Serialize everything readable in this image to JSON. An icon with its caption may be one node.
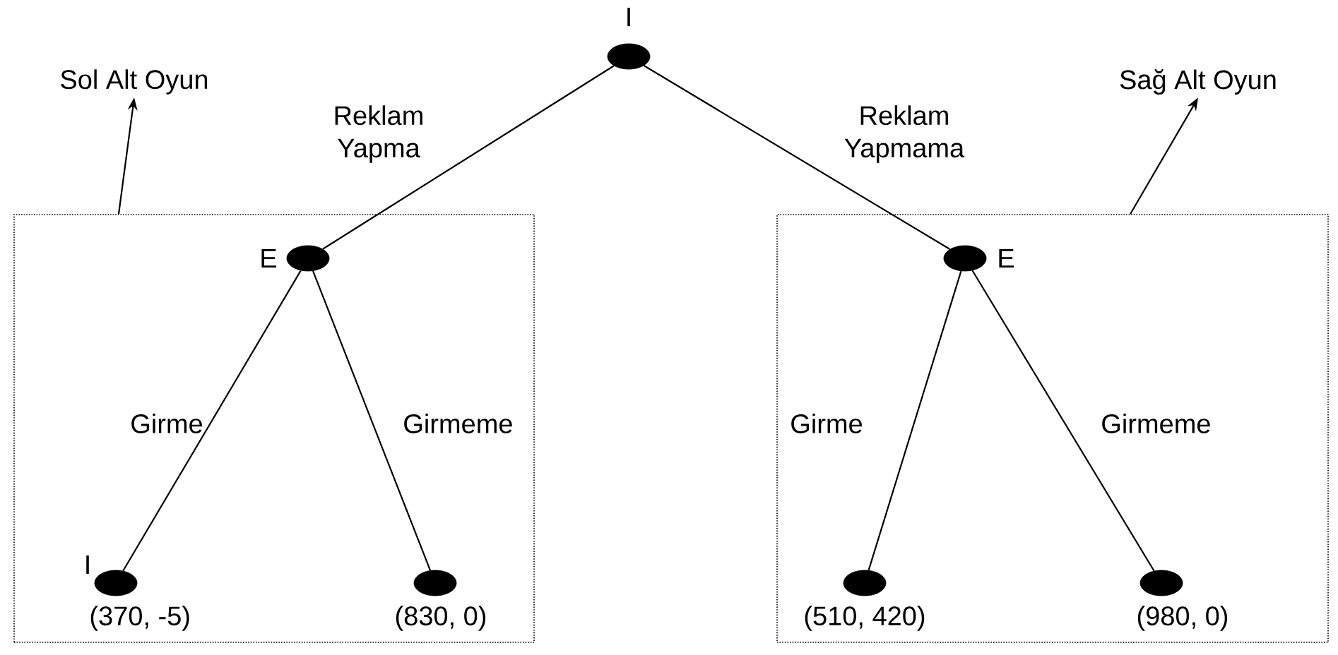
{
  "diagram": {
    "nodes": [
      {
        "text": [],
        "shape": "circle",
        "beside": [
          "I"
        ]
      },
      {
        "text": [],
        "shape": "box"
      },
      {
        "text": [],
        "shape": "circle",
        "beside": [
          "E"
        ],
        "in": 1
      },
      {
        "text": [],
        "shape": "circle",
        "beside": [
          "I",
          "(370, -5)"
        ],
        "in": 1
      },
      {
        "text": [],
        "shape": "circle",
        "beside": [
          "(830, 0)"
        ],
        "in": 1
      },
      {
        "text": [],
        "shape": "box"
      },
      {
        "text": [],
        "shape": "circle",
        "beside": [
          "E"
        ],
        "in": 5
      },
      {
        "text": [],
        "shape": "circle",
        "beside": [
          "(510, 420)"
        ],
        "in": 5
      },
      {
        "text": [],
        "shape": "circle",
        "beside": [
          "(980, 0)"
        ],
        "in": 5
      },
      {
        "text": [
          "Sol Alt Oyun"
        ]
      },
      {
        "text": [
          "Sağ Alt Oyun"
        ]
      }
    ],
    "edges": [
      {
        "from": 0,
        "to": 2,
        "arrow": "none",
        "label": "Reklam Yapma"
      },
      {
        "from": 0,
        "to": 6,
        "arrow": "none",
        "label": "Reklam Yapmama"
      },
      {
        "from": 2,
        "to": 3,
        "arrow": "none",
        "label": "Girme"
      },
      {
        "from": 2,
        "to": 4,
        "arrow": "none",
        "label": "Girmeme"
      },
      {
        "from": 6,
        "to": 7,
        "arrow": "none",
        "label": "Girme"
      },
      {
        "from": 6,
        "to": 8,
        "arrow": "none",
        "label": "Girmeme"
      },
      {
        "from": 1,
        "to": 9,
        "arrow": "to"
      },
      {
        "from": 5,
        "to": 10,
        "arrow": "to"
      }
    ]
  }
}
